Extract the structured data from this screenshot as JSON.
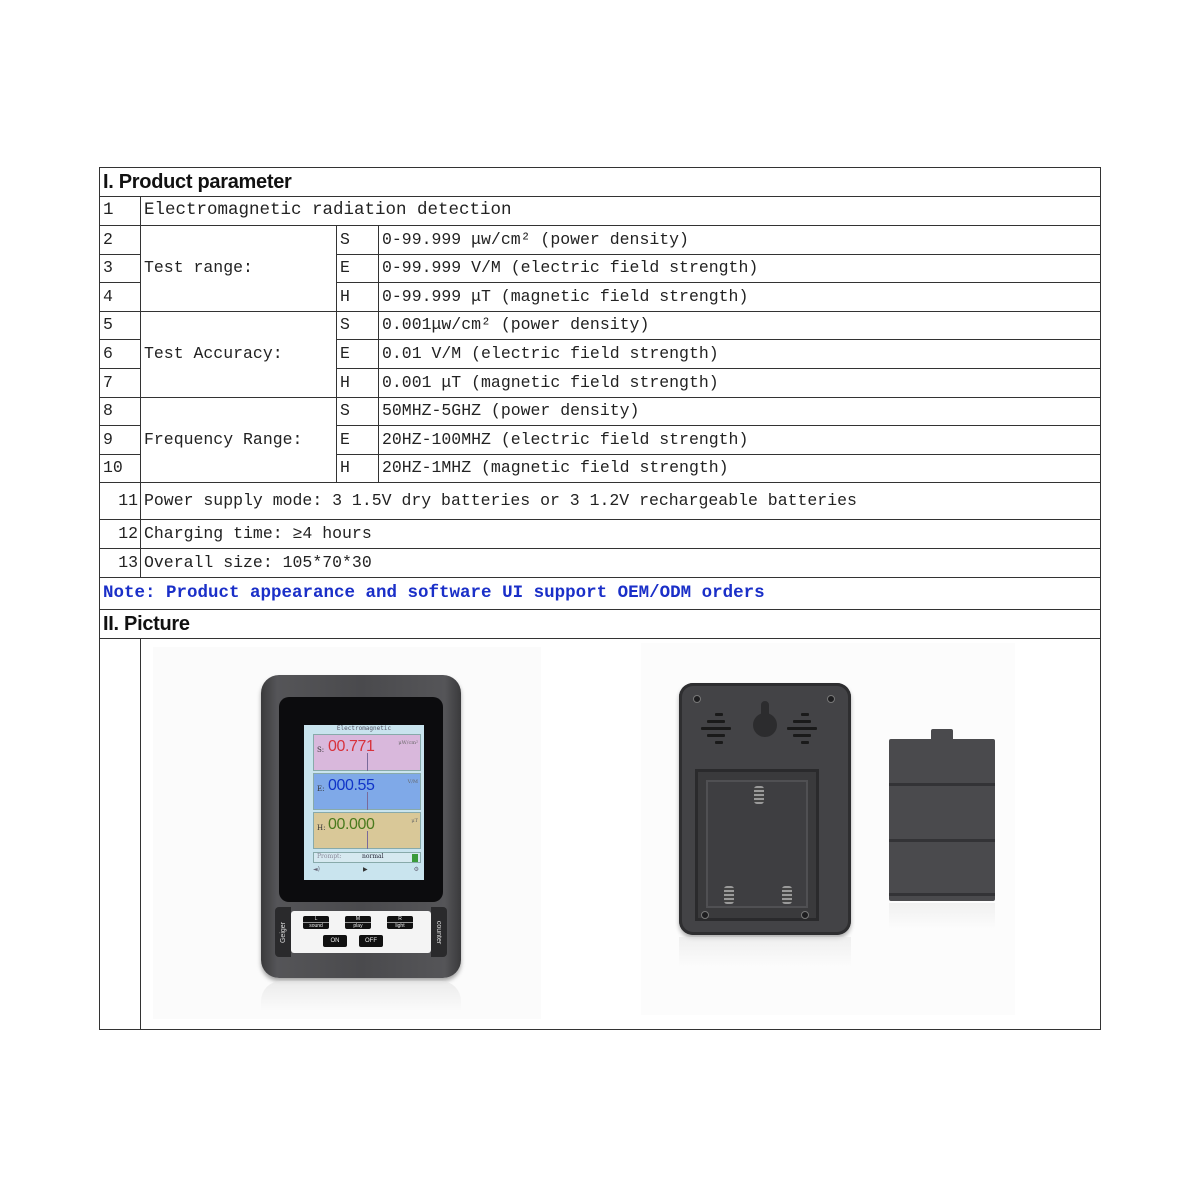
{
  "section1": {
    "title": "I. Product parameter",
    "row1": {
      "num": "1",
      "text": "Electromagnetic radiation detection"
    },
    "groups": [
      {
        "label": "Test range:",
        "rows": [
          {
            "num": "2",
            "code": "S",
            "value": "0-99.999 μw/cm² (power density)"
          },
          {
            "num": "3",
            "code": "E",
            "value": "0-99.999 V/M (electric field strength)"
          },
          {
            "num": "4",
            "code": "H",
            "value": "0-99.999 μT (magnetic field strength)"
          }
        ]
      },
      {
        "label": "Test Accuracy:",
        "rows": [
          {
            "num": "5",
            "code": "S",
            "value": "0.001μw/cm² (power density)"
          },
          {
            "num": "6",
            "code": "E",
            "value": "0.01 V/M (electric field strength)"
          },
          {
            "num": "7",
            "code": "H",
            "value": "0.001 μT (magnetic field strength)"
          }
        ]
      },
      {
        "label": "Frequency Range:",
        "rows": [
          {
            "num": "8",
            "code": "S",
            "value": "50MHZ-5GHZ (power density)"
          },
          {
            "num": "9",
            "code": "E",
            "value": "20HZ-100MHZ (electric field strength)"
          },
          {
            "num": "10",
            "code": "H",
            "value": "20HZ-1MHZ (magnetic field strength)"
          }
        ]
      }
    ],
    "extra_rows": [
      {
        "num": "11",
        "text": "Power supply mode: 3 1.5V dry batteries or 3 1.2V rechargeable batteries"
      },
      {
        "num": "12",
        "text": "Charging time: ≥4 hours"
      },
      {
        "num": "13",
        "text": "Overall size: 105*70*30"
      }
    ],
    "note": "Note: Product appearance and software UI support OEM/ODM orders",
    "note_color": "#1a2fc8"
  },
  "section2": {
    "title": "II. Picture",
    "device_screen": {
      "title": "Electromagnetic",
      "s_label": "S:",
      "s_value": "00.771",
      "s_unit": "μW/cm²",
      "s_color": "#d8323c",
      "e_label": "E:",
      "e_value": "000.55",
      "e_unit": "V/M",
      "e_color": "#1034c8",
      "h_label": "H:",
      "h_value": "00.000",
      "h_unit": "μT",
      "h_color": "#4a7a1e",
      "prompt_label": "Prompt:",
      "prompt_value": "normal",
      "play_glyph": "▶",
      "vol_glyph": "◄)",
      "set_glyph": "⚙"
    },
    "keypad": {
      "left_tab": "Geiger",
      "right_tab": "counter",
      "keys": [
        {
          "top": "L",
          "bottom": "sound"
        },
        {
          "top": "M",
          "bottom": "play"
        },
        {
          "top": "R",
          "bottom": "light"
        }
      ],
      "on": "ON",
      "off": "OFF"
    }
  }
}
